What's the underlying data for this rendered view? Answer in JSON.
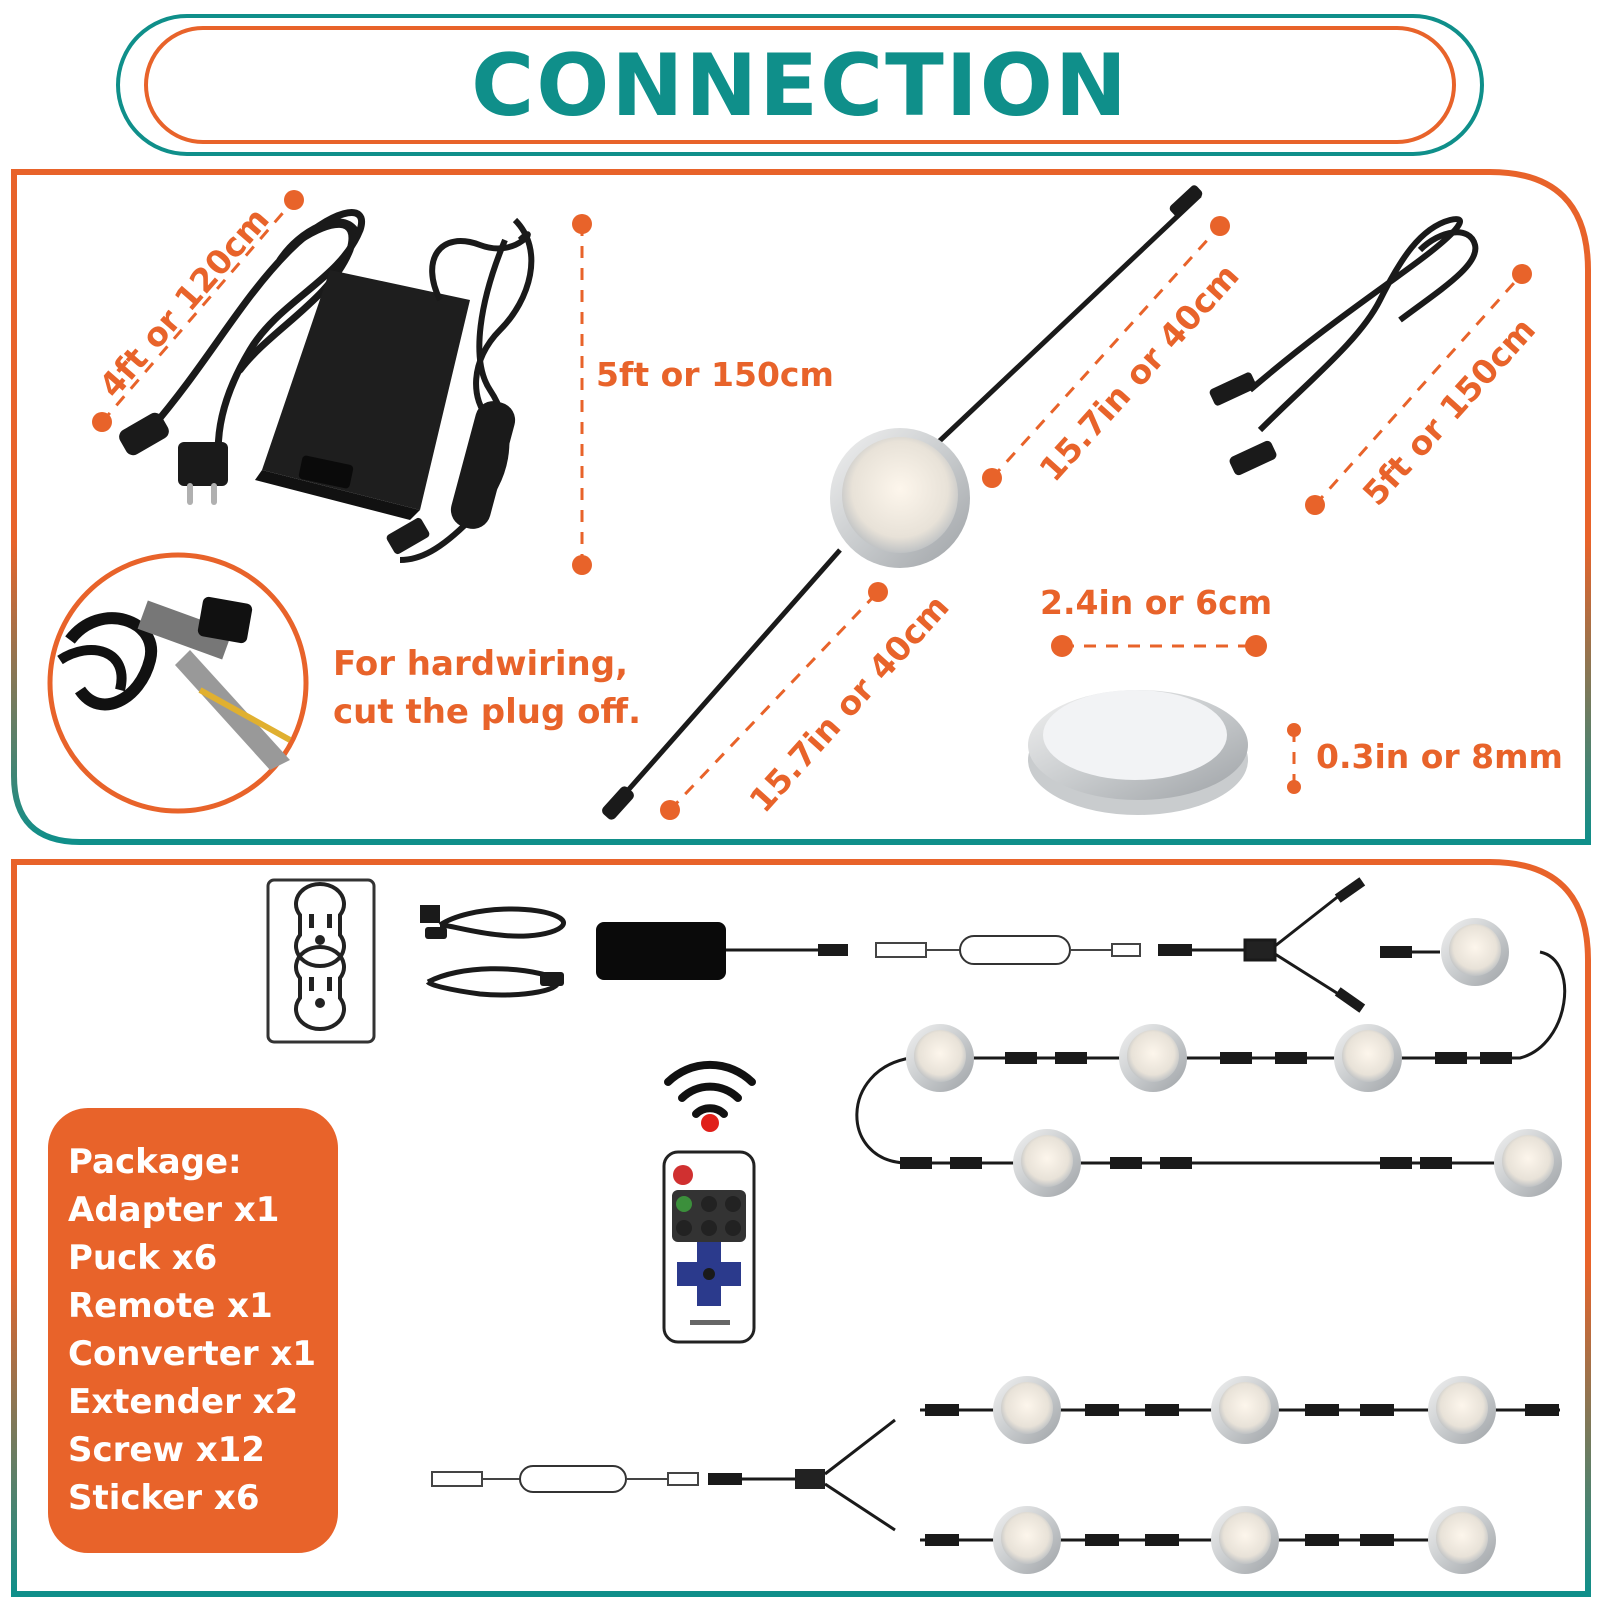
{
  "title": "CONNECTION",
  "dimensions": {
    "power_cord": "4ft or 120cm",
    "adapter_cable": "5ft or 150cm",
    "puck_wire_top": "15.7in or 40cm",
    "puck_wire_bottom": "15.7in or 40cm",
    "extender": "5ft or 150cm",
    "puck_diameter": "2.4in or 6cm",
    "puck_thickness": "0.3in or 8mm"
  },
  "hardwiring_note": [
    "For hardwiring,",
    "cut the plug off."
  ],
  "package": {
    "heading": "Package:",
    "items": [
      "Adapter x1",
      "Puck x6",
      "Remote x1",
      "Converter x1",
      "Extender x2",
      "Screw x12",
      "Sticker x6"
    ]
  },
  "colors": {
    "accent": "#e8632a",
    "brand_teal": "#0f8f8a"
  },
  "icons": [
    "power-outlet-icon",
    "wireless-signal-icon",
    "remote-control-icon",
    "adapter-icon",
    "puck-light-icon"
  ]
}
